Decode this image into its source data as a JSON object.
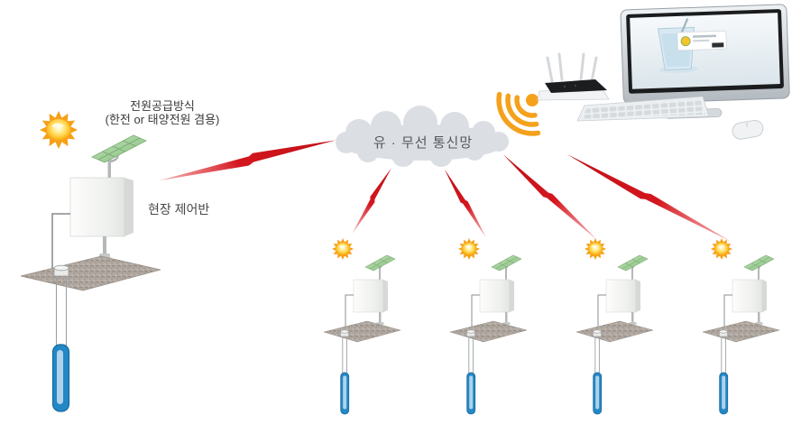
{
  "labels": {
    "power_supply_line1": "전원공급방식",
    "power_supply_line2": "(한전 or 태양전원 겸용)",
    "field_control_panel": "현장 제어반",
    "network_cloud": "유 · 무선 통신망"
  },
  "stations": {
    "main_count": 1,
    "remote_count": 4
  },
  "icons": {
    "sun": "sun-icon",
    "wifi_signal": "wifi-signal-icon",
    "lightning": "lightning-bolt-icon",
    "cloud": "network-cloud-icon",
    "router": "wifi-router",
    "computer": "desktop-monitor",
    "keyboard": "keyboard",
    "mouse": "mouse",
    "well_sensor": "well-sensor-tube",
    "solar_panel": "solar-panel"
  },
  "colors": {
    "lightning_red": "#d2161d",
    "sun_orange": "#f49d0c",
    "solar_panel_green": "#9ccf93",
    "well_tube_blue": "#2487c6",
    "cloud_gray": "#dcdfe4",
    "wifi_orange": "#f5a11c",
    "ground_gray": "#b2aaa2",
    "box_white": "#f2f4f2"
  }
}
